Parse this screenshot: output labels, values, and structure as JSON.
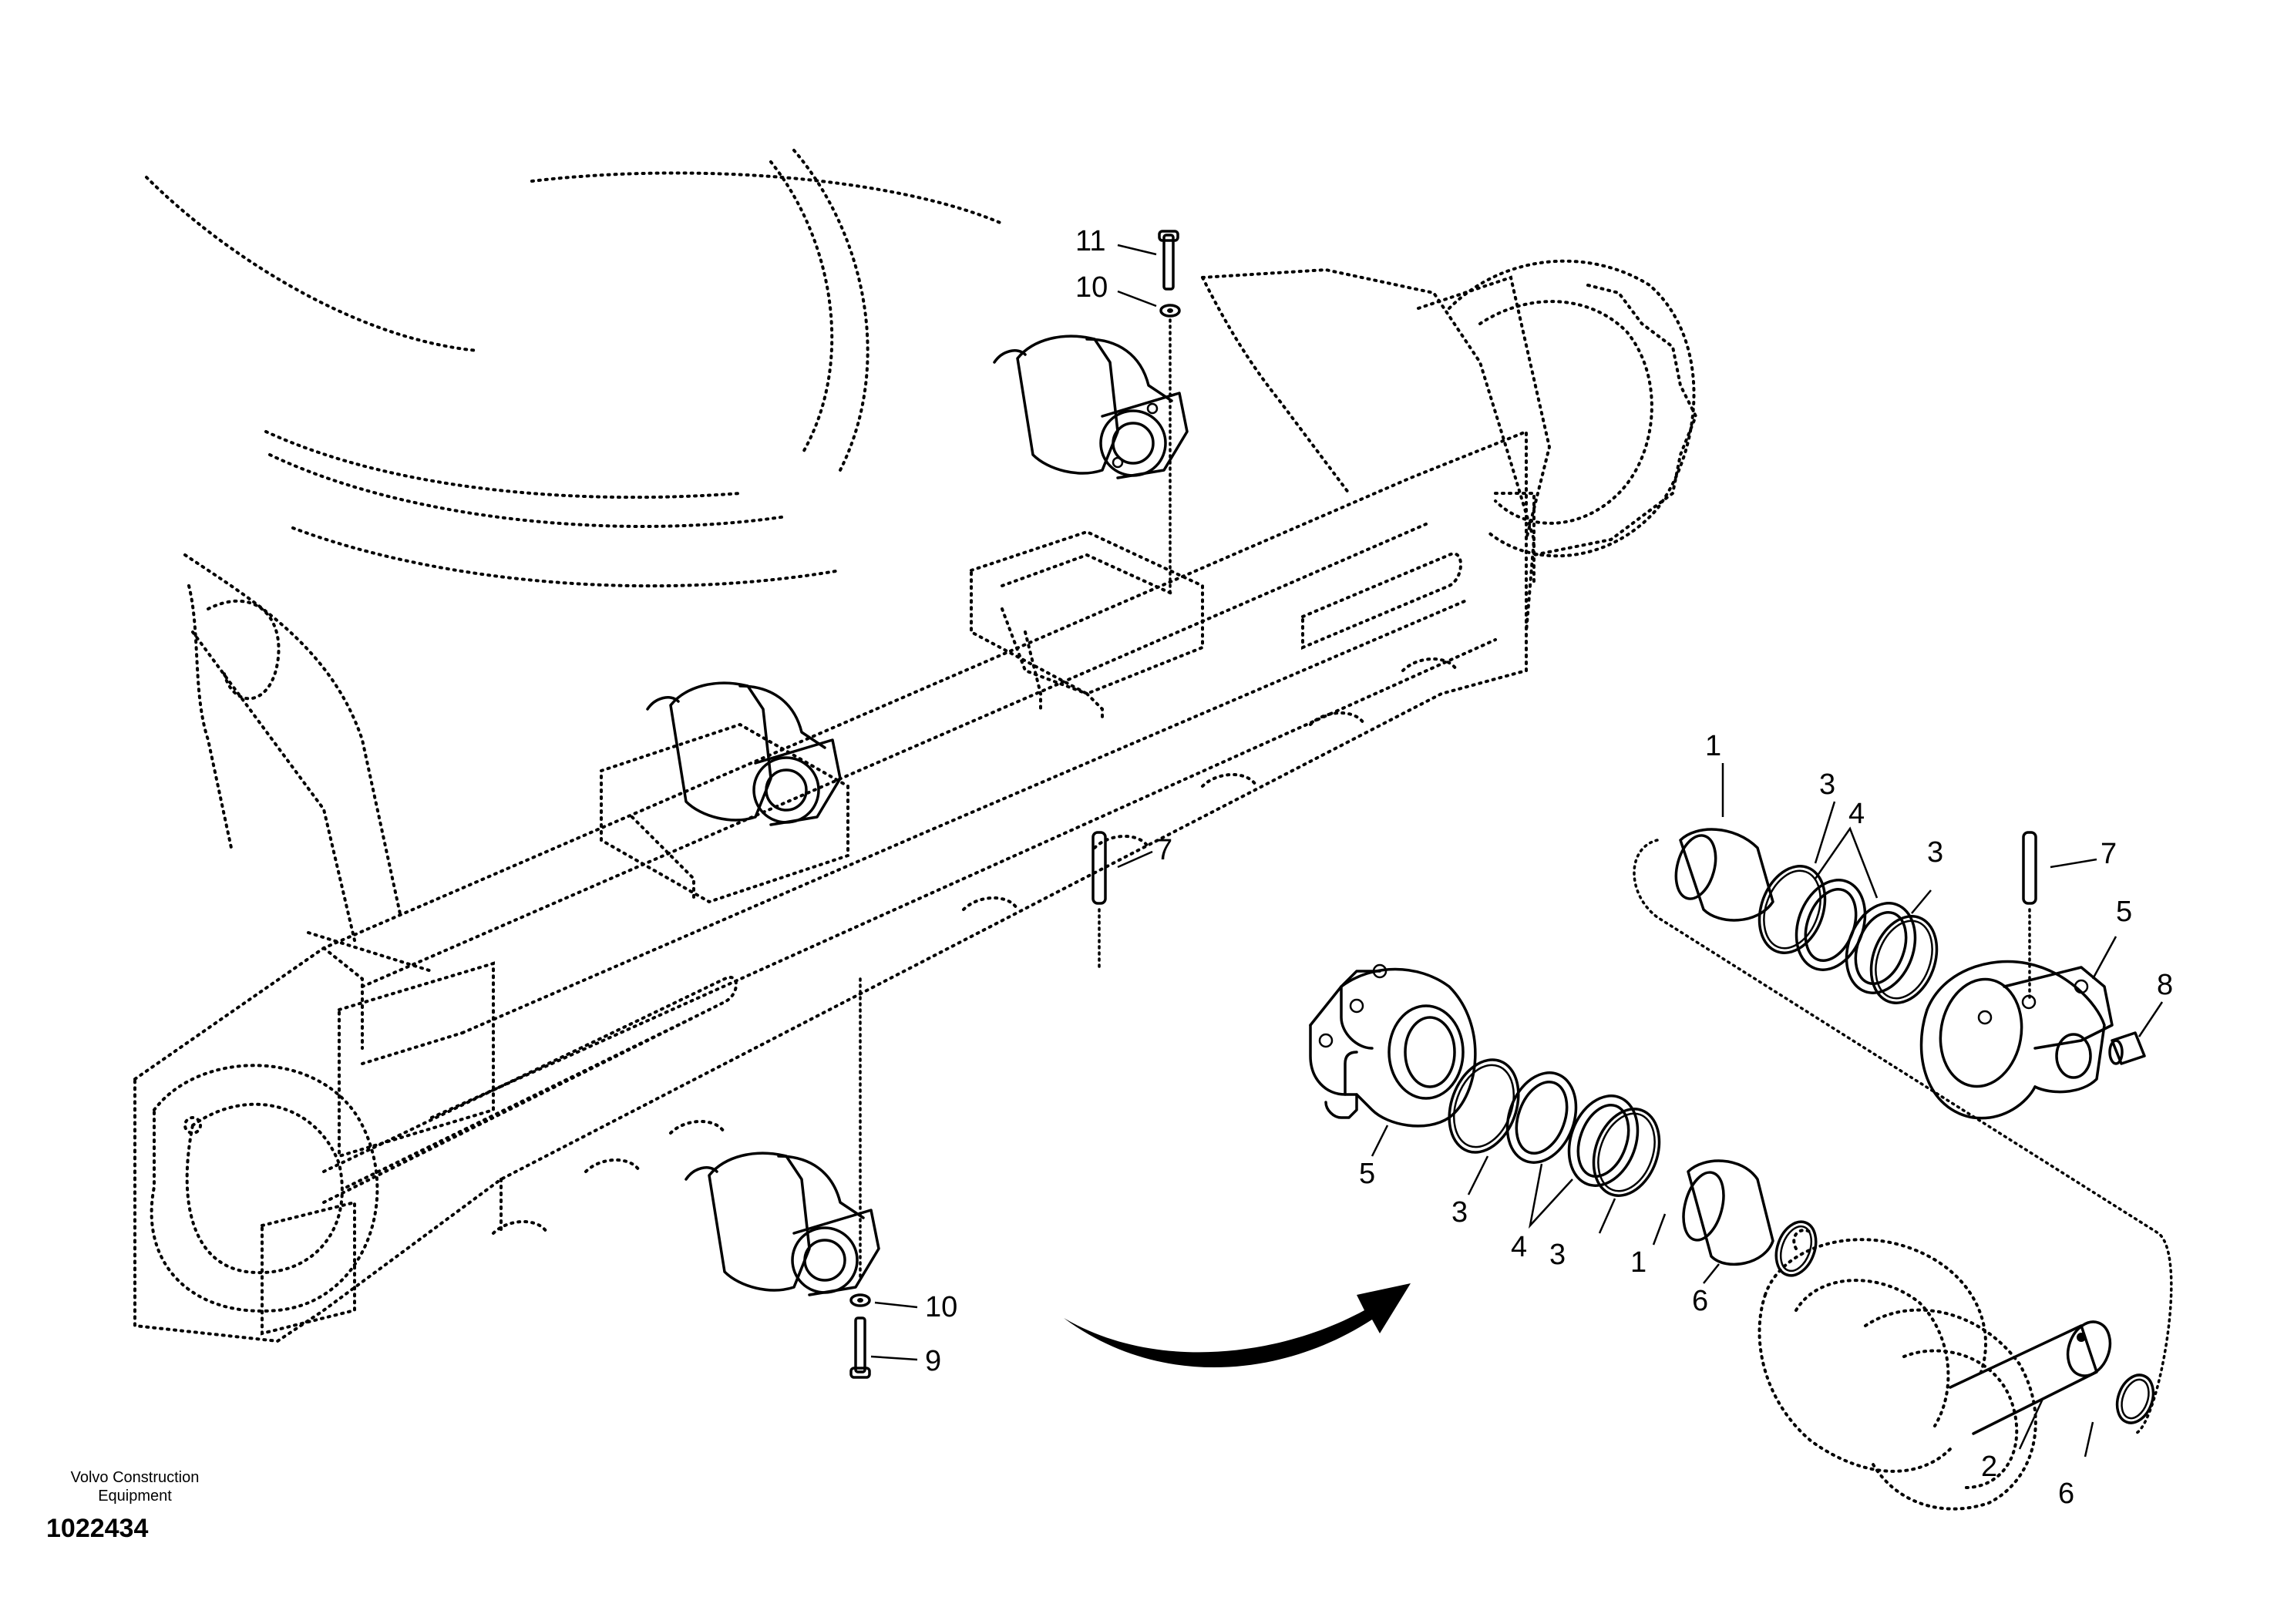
{
  "footer": {
    "publisher_line1": "Volvo Construction",
    "publisher_line2": "Equipment",
    "document_number": "1022434"
  },
  "callouts": [
    {
      "id": "c11-top",
      "label": "11"
    },
    {
      "id": "c10-top",
      "label": "10"
    },
    {
      "id": "c10-bottom",
      "label": "10"
    },
    {
      "id": "c9",
      "label": "9"
    },
    {
      "id": "c7-left",
      "label": "7"
    },
    {
      "id": "c5-left",
      "label": "5"
    },
    {
      "id": "c3-left-a",
      "label": "3"
    },
    {
      "id": "c4-left",
      "label": "4"
    },
    {
      "id": "c3-left-b",
      "label": "3"
    },
    {
      "id": "c1-left",
      "label": "1"
    },
    {
      "id": "c6-left",
      "label": "6"
    },
    {
      "id": "c2",
      "label": "2"
    },
    {
      "id": "c6-right",
      "label": "6"
    },
    {
      "id": "c1-right",
      "label": "1"
    },
    {
      "id": "c3-right-a",
      "label": "3"
    },
    {
      "id": "c4-right",
      "label": "4"
    },
    {
      "id": "c3-right-b",
      "label": "3"
    },
    {
      "id": "c7-right",
      "label": "7"
    },
    {
      "id": "c5-right",
      "label": "5"
    },
    {
      "id": "c8",
      "label": "8"
    }
  ]
}
